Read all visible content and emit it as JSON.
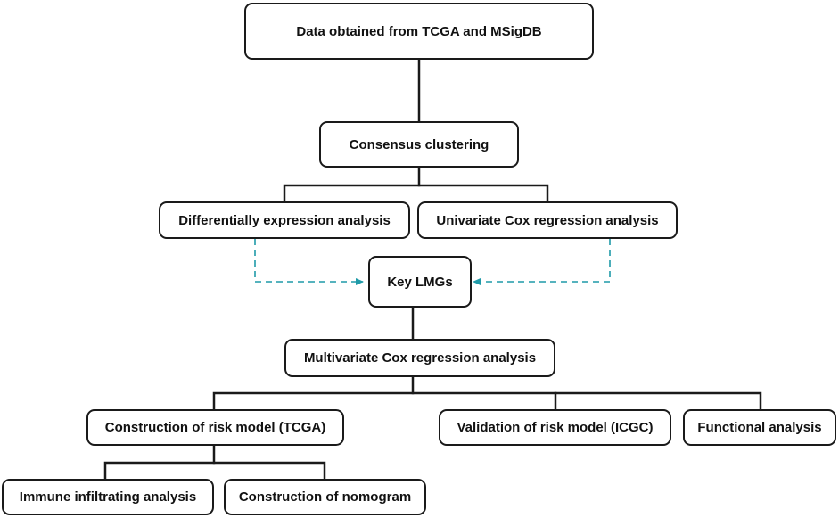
{
  "nodes": {
    "data_source": "Data obtained from TCGA and MSigDB",
    "consensus": "Consensus clustering",
    "diff_expr": "Differentially expression analysis",
    "univariate": "Univariate Cox regression analysis",
    "key_lmgs": "Key LMGs",
    "multivariate": "Multivariate Cox regression analysis",
    "risk_model": "Construction of risk model (TCGA)",
    "validation": "Validation of risk model (ICGC)",
    "functional": "Functional analysis",
    "immune": "Immune infiltrating analysis",
    "nomogram": "Construction of nomogram"
  },
  "colors": {
    "line": "#1a1a1a",
    "dashed_arrow": "#1f9aa8"
  }
}
